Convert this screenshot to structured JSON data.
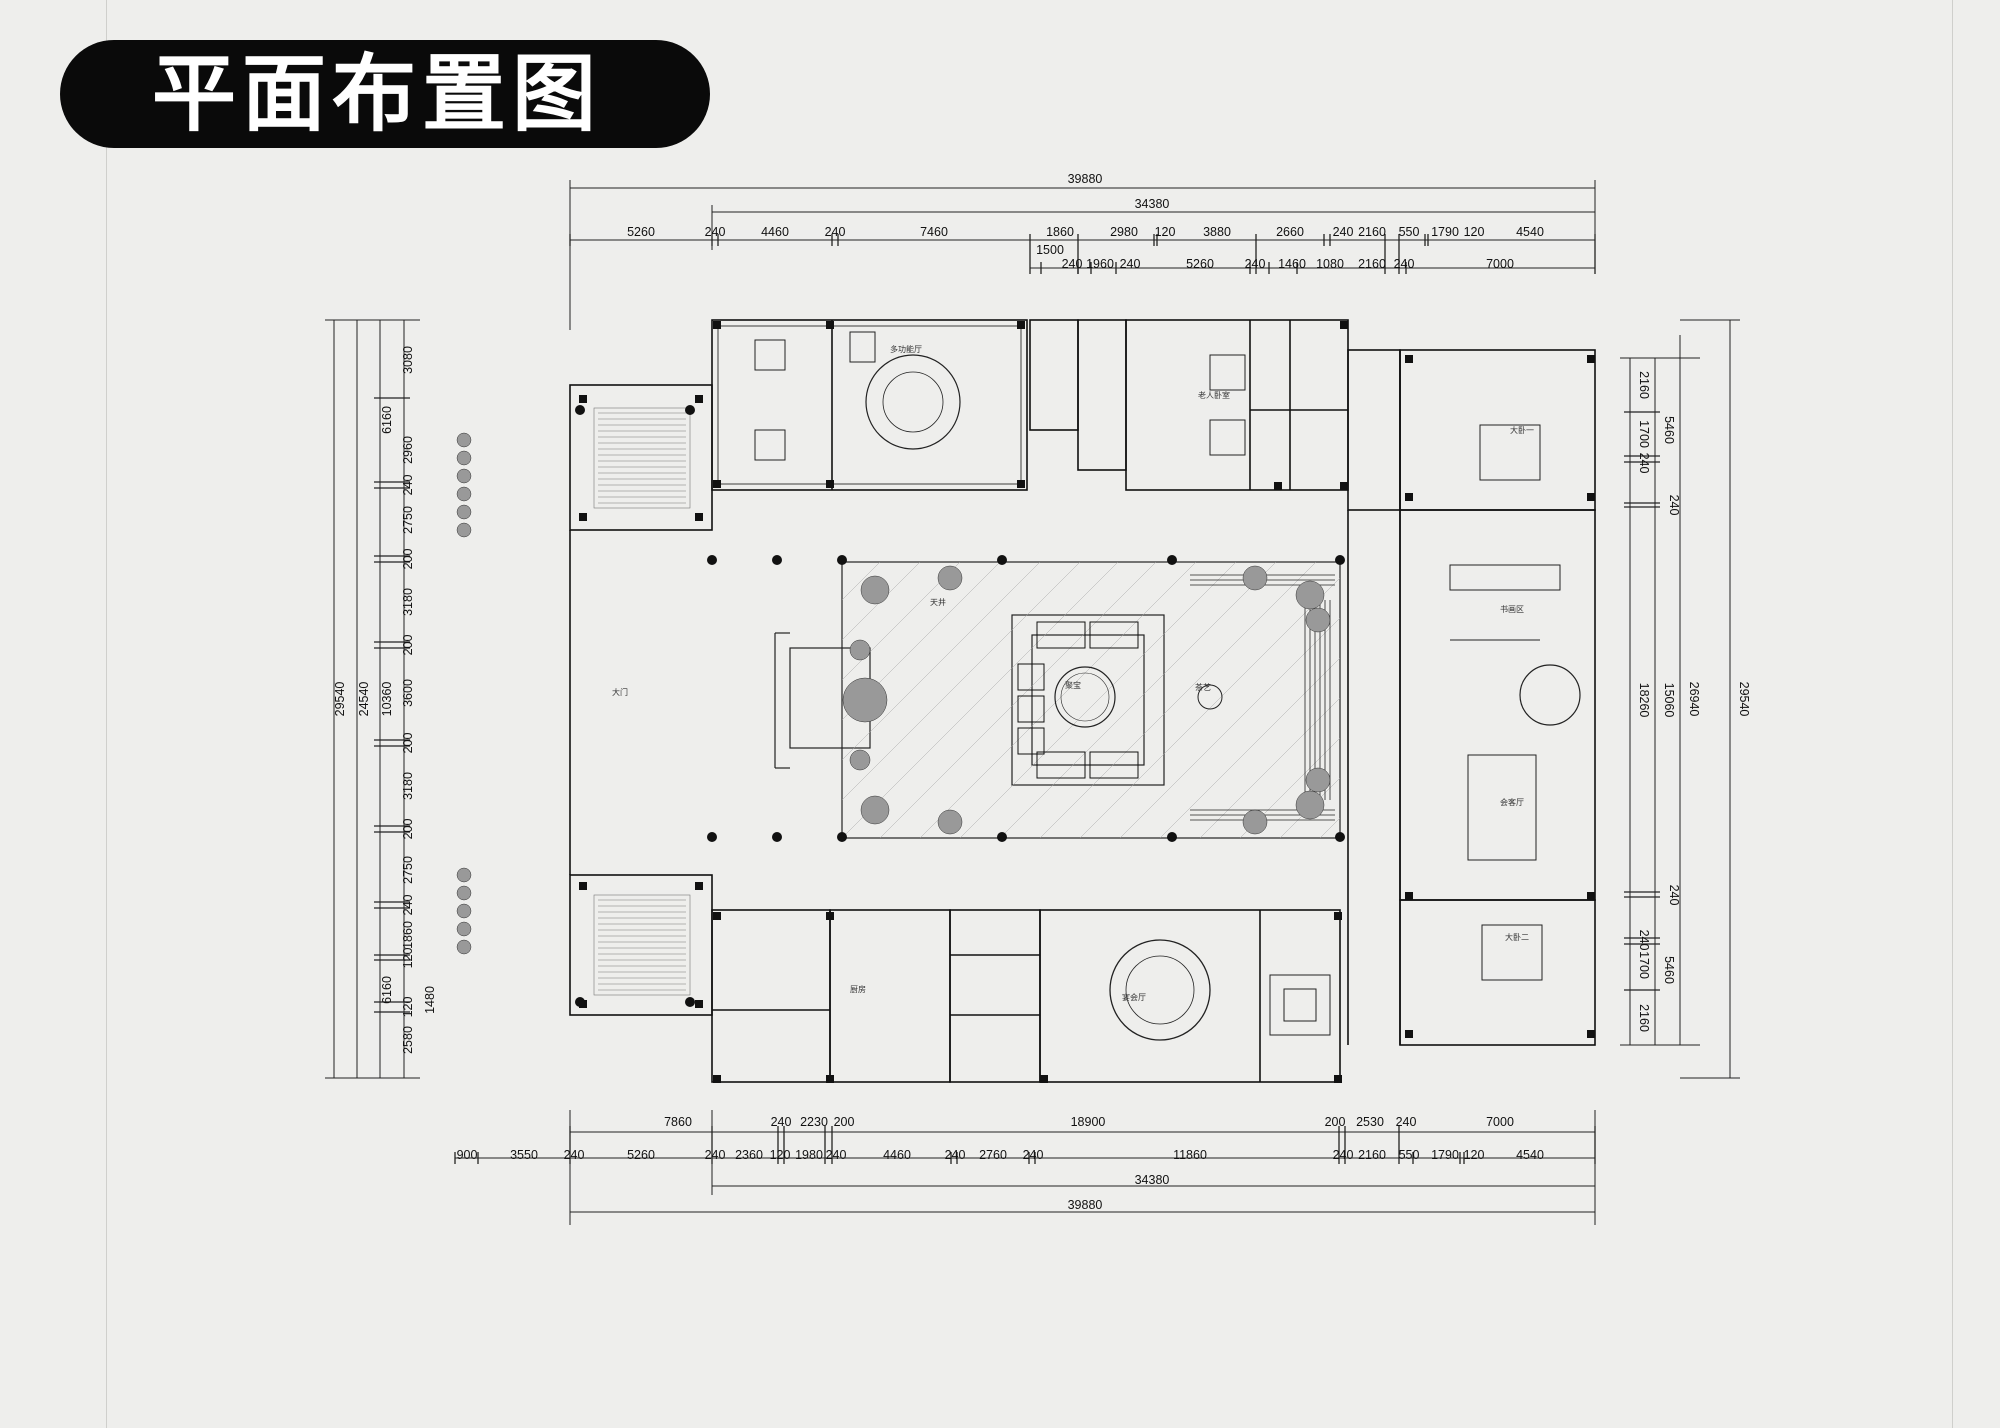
{
  "title": "平面布置图",
  "dimensions": {
    "top_overall": "39880",
    "top_mid": "34380",
    "top_row1": [
      "5260",
      "240",
      "4460",
      "240",
      "7460",
      "1860",
      "2980",
      "120",
      "3880",
      "2660",
      "240",
      "2160",
      "550",
      "1790",
      "120",
      "4540"
    ],
    "top_row2": [
      "1500",
      "240",
      "1960",
      "240",
      "5260",
      "240",
      "1460",
      "1080",
      "2160",
      "240",
      "7000"
    ],
    "bottom_row1": [
      "7860",
      "240",
      "2230",
      "200",
      "18900",
      "200",
      "2530",
      "240",
      "7000"
    ],
    "bottom_row2": [
      "900",
      "3550",
      "240",
      "5260",
      "240",
      "2360",
      "120",
      "1980",
      "240",
      "4460",
      "240",
      "2760",
      "240",
      "11860",
      "240",
      "2160",
      "550",
      "1790",
      "120",
      "4540"
    ],
    "bottom_mid": "34380",
    "bottom_overall": "39880",
    "left_outer": "29540",
    "left_mid": "24540",
    "left_mid2": "10360",
    "left_row": [
      "3080",
      "6160",
      "2960",
      "240",
      "2750",
      "200",
      "3180",
      "200",
      "3600",
      "200",
      "3180",
      "200",
      "2750",
      "240",
      "1860",
      "120",
      "1480",
      "6160",
      "120",
      "2580"
    ],
    "right_outer": "29540",
    "right_mid": "26940",
    "right_col1": [
      "2160",
      "1700",
      "240",
      "240",
      "18260",
      "240",
      "240",
      "1700",
      "2160"
    ],
    "right_col2": [
      "5460",
      "15060",
      "5460"
    ]
  }
}
